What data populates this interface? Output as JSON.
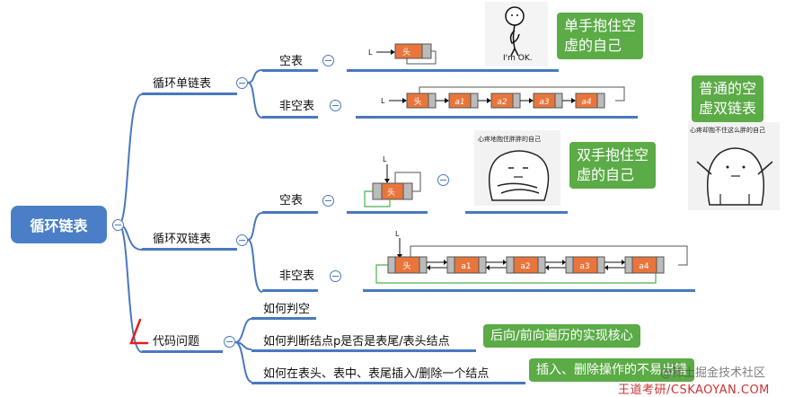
{
  "root": {
    "label": "循环链表"
  },
  "branches": {
    "single": {
      "label": "循环单链表",
      "empty": "空表",
      "nonempty": "非空表"
    },
    "double": {
      "label": "循环双链表",
      "empty": "空表",
      "nonempty": "非空表"
    },
    "code": {
      "label": "代码问题",
      "items": [
        "如何判空",
        "如何判断结点p是否是表尾/表头结点",
        "如何在表头、表中、表尾插入/删除一个结点"
      ]
    }
  },
  "bubbles": {
    "single_hold": "单手抱住空\n虚的自己",
    "double_hold": "双手抱住空\n虚的自己",
    "ordinary": "普通的空\n虚双链表",
    "traverse": "后向/前向遍历的实现核心",
    "insert_delete": "插入、删除操作的不易出错"
  },
  "images": {
    "im_ok_caption": "I'm OK.",
    "hug_note": "心疼地抱住胖胖的自己",
    "cant_hug_note": "心疼却抱不住这么胖的自己"
  },
  "diagram": {
    "L": "L",
    "head": "头",
    "single_nodes": [
      "a1",
      "a2",
      "a3",
      "a4"
    ],
    "double_nodes": [
      "a1",
      "a2",
      "a3",
      "a4"
    ]
  },
  "footer": {
    "bottom_text": "王道考研/CSKAOYAN.COM",
    "watermark": "@稀土掘金技术社区"
  }
}
